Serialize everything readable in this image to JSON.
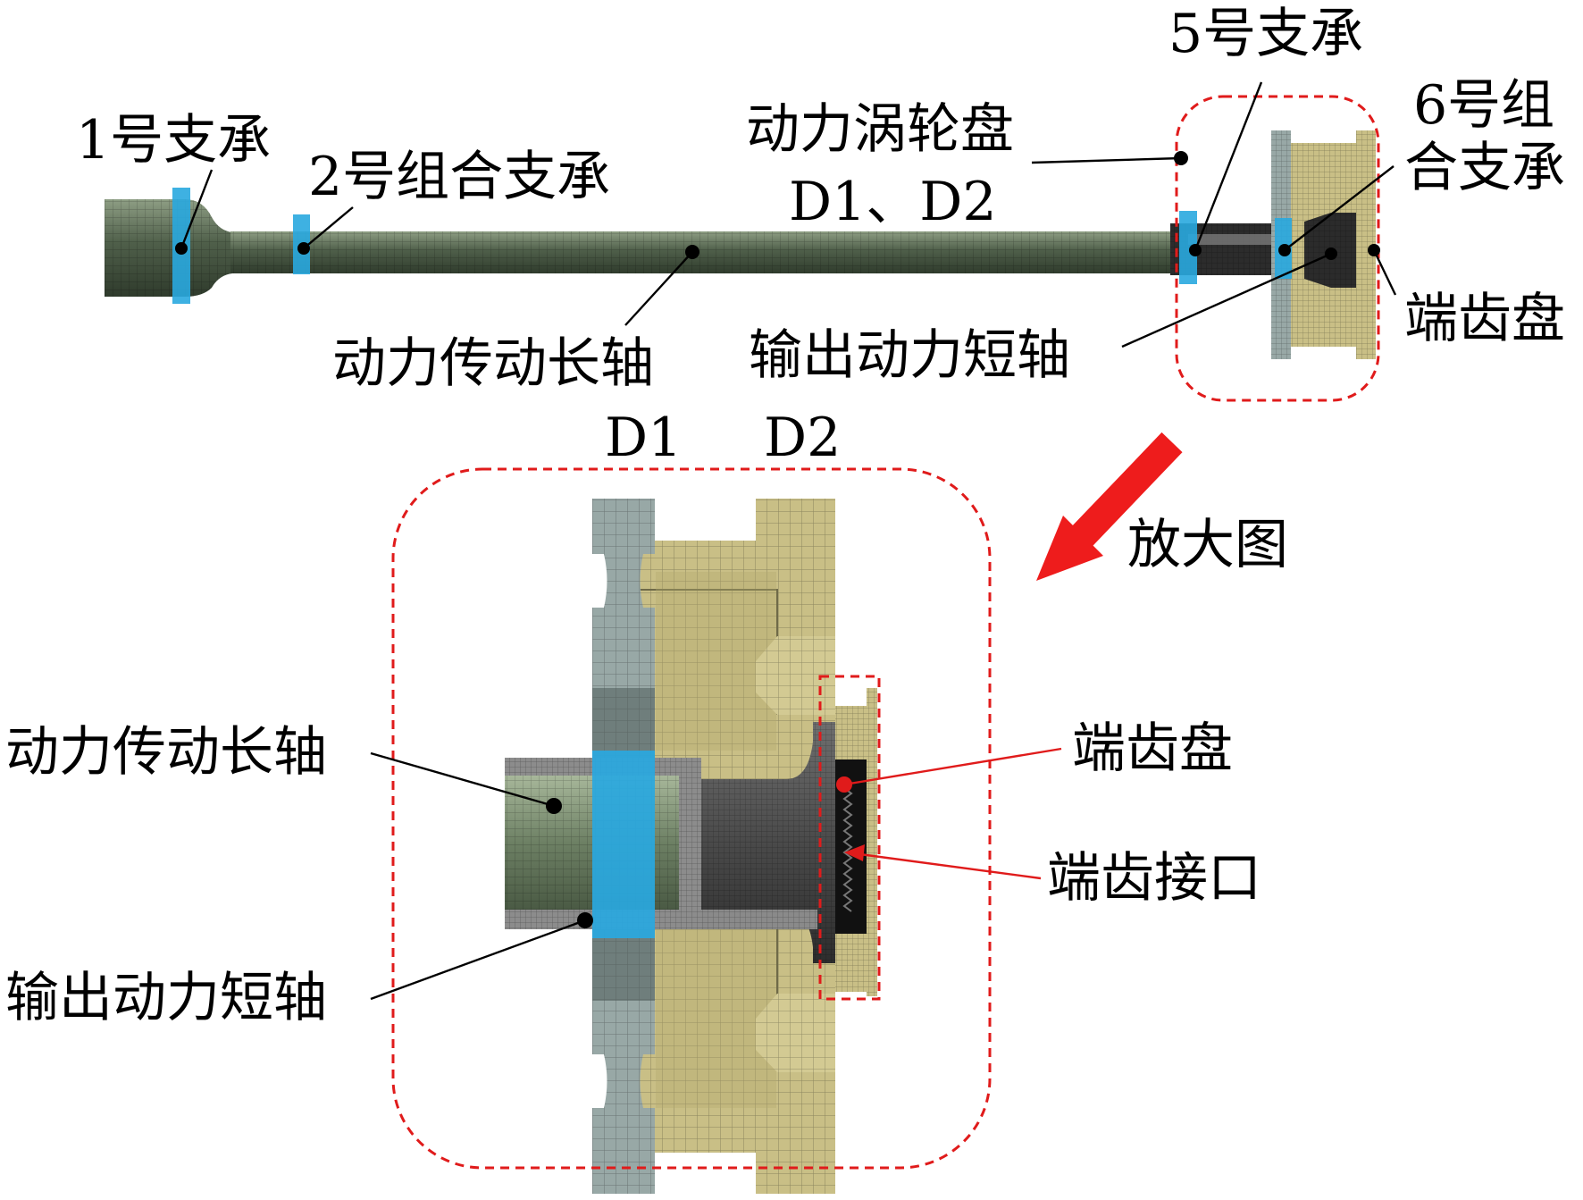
{
  "colors": {
    "shaft_dark": "#3d4a3b",
    "shaft_mid": "#6b7d63",
    "shaft_light": "#a9b69b",
    "bearing_blue": "#29a8df",
    "disk1_gray": "#98a8a6",
    "disk2_tan": "#c9bf86",
    "short_shaft": "#5c5c5c",
    "zoom_box_red": "#e01b1b",
    "pointer_red": "#e01b1b",
    "arrow_red": "#ee1c1c"
  },
  "labels": {
    "bearing1": "1号支承",
    "bearing2": "2号组合支承",
    "turbine_disk": "动力涡轮盘",
    "disks_d1d2": "D1、D2",
    "bearing5": "5号支承",
    "bearing6_line1": "6号组",
    "bearing6_line2": "合支承",
    "long_shaft": "动力传动长轴",
    "short_shaft": "输出动力短轴",
    "end_tooth_disk": "端齿盘",
    "zoom_d1": "D1",
    "zoom_d2": "D2",
    "zoom_title": "放大图",
    "zoom_long_shaft": "动力传动长轴",
    "zoom_short_shaft": "输出动力短轴",
    "zoom_end_tooth_disk": "端齿盘",
    "zoom_end_tooth_interface": "端齿接口"
  }
}
